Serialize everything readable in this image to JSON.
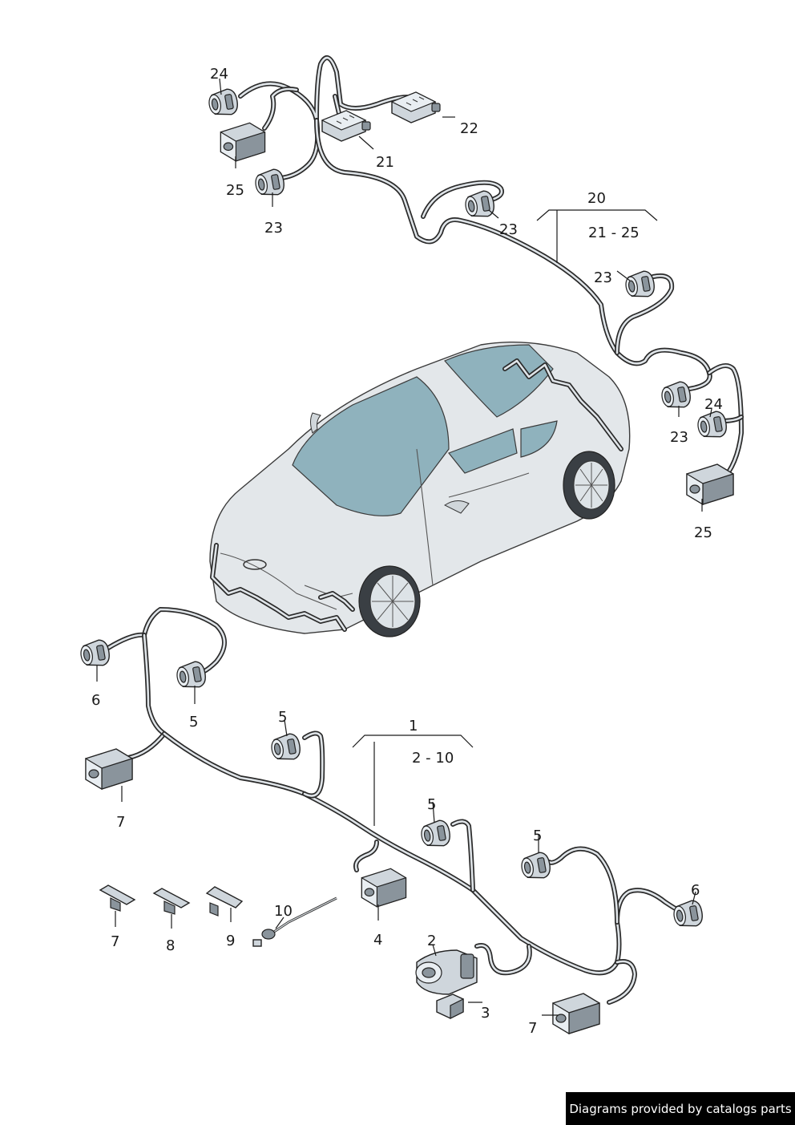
{
  "labels": {
    "l24a": "24",
    "l22": "22",
    "l21": "21",
    "l25a": "25",
    "l23a": "23",
    "l23b": "23",
    "l20": "20",
    "l20range": "21 - 25",
    "l23c": "23",
    "l24b": "24",
    "l23d": "23",
    "l25b": "25",
    "l6a": "6",
    "l5a": "5",
    "l7a": "7",
    "l5b": "5",
    "l1": "1",
    "l1range": "2 - 10",
    "l5c": "5",
    "l5d": "5",
    "l6b": "6",
    "l4": "4",
    "l2": "2",
    "l3": "3",
    "l7b": "7",
    "l7c": "7",
    "l8": "8",
    "l9": "9",
    "l10": "10"
  },
  "footer": {
    "text": "Diagrams provided by catalogs parts"
  },
  "icons": [
    "electrical-connector-icon",
    "control-unit-icon",
    "wiring-harness-icon",
    "clip-icon",
    "cable-tie-icon",
    "car-icon"
  ],
  "colors": {
    "wire": "#2a2a2a",
    "glass": "#8fb2bd",
    "body": "#e3e7ea",
    "background": "#ffffff"
  }
}
